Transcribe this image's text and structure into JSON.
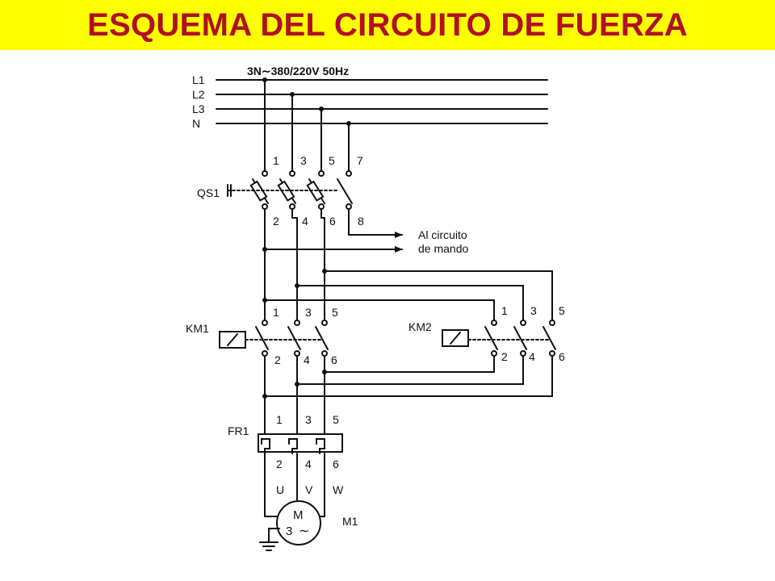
{
  "title": "ESQUEMA DEL CIRCUITO DE FUERZA",
  "colors": {
    "title_bg": "#ffff00",
    "title_text": "#b01023",
    "ink": "#111111",
    "coil_fill": "#ffffff"
  },
  "supply": "3N∼380/220V 50Hz",
  "lines": [
    "L1",
    "L2",
    "L3",
    "N"
  ],
  "qs1": {
    "label": "QS1",
    "top_terminals": [
      "1",
      "3",
      "5",
      "7"
    ],
    "bottom_terminals": [
      "2",
      "4",
      "6",
      "8"
    ]
  },
  "control_out": {
    "line1": "Al circuito",
    "line2": "de mando"
  },
  "km1": {
    "label": "KM1",
    "top_terminals": [
      "1",
      "3",
      "5"
    ],
    "bottom_terminals": [
      "2",
      "4",
      "6"
    ]
  },
  "km2": {
    "label": "KM2",
    "top_terminals": [
      "1",
      "3",
      "5"
    ],
    "bottom_terminals": [
      "2",
      "4",
      "6"
    ]
  },
  "fr1": {
    "label": "FR1",
    "top_terminals": [
      "1",
      "3",
      "5"
    ],
    "bottom_terminals": [
      "2",
      "4",
      "6"
    ]
  },
  "motor": {
    "label": "M1",
    "symbol": "M",
    "phases": "3",
    "ac": "∼",
    "terminals": [
      "U",
      "V",
      "W"
    ]
  }
}
